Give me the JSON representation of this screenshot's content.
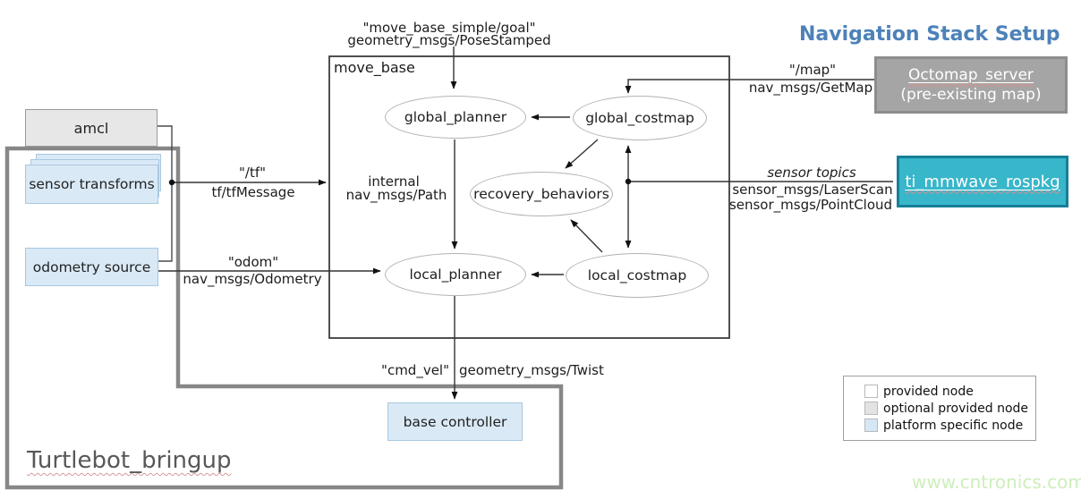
{
  "title": "Navigation Stack Setup",
  "watermark": "www.cntronics.com",
  "containers": {
    "move_base_label": "move_base",
    "turtlebot_label": "Turtlebot_bringup"
  },
  "nodes": {
    "amcl": "amcl",
    "sensor_transforms": "sensor transforms",
    "odometry_source": "odometry source",
    "base_controller": "base controller",
    "octomap_server_line1": "Octomap_server",
    "octomap_server_line2": "(pre-existing map)",
    "ti_mmwave_rospkg": "ti_mmwave_rospkg",
    "global_planner": "global_planner",
    "global_costmap": "global_costmap",
    "recovery_behaviors": "recovery_behaviors",
    "local_planner": "local_planner",
    "local_costmap": "local_costmap"
  },
  "edge_labels": {
    "goal_topic": "\"move_base_simple/goal\"",
    "goal_type": "geometry_msgs/PoseStamped",
    "tf_topic": "\"/tf\"",
    "tf_type": "tf/tfMessage",
    "odom_topic": "\"odom\"",
    "odom_type": "nav_msgs/Odometry",
    "map_topic": "\"/map\"",
    "map_type": "nav_msgs/GetMap",
    "sensor_title": "sensor topics",
    "sensor_type1": "sensor_msgs/LaserScan",
    "sensor_type2": "sensor_msgs/PointCloud",
    "internal_label": "internal",
    "internal_type": "nav_msgs/Path",
    "cmdvel_topic": "\"cmd_vel\"",
    "cmdvel_type": "geometry_msgs/Twist"
  },
  "legend": {
    "items": [
      {
        "label": "provided node",
        "color": "#ffffff"
      },
      {
        "label": "optional provided node",
        "color": "#e3e3e3"
      },
      {
        "label": "platform specific node",
        "color": "#d5e8f6"
      }
    ]
  },
  "colors": {
    "title_blue": "#4d82b8",
    "platform_node_fill": "#d9e9f6",
    "optional_node_fill": "#e7e7e7",
    "octomap_fill": "#a5a5a5",
    "ti_mmwave_fill": "#38b6ca",
    "turtlebot_border": "#878787",
    "watermark_green": "#cdeebb"
  }
}
